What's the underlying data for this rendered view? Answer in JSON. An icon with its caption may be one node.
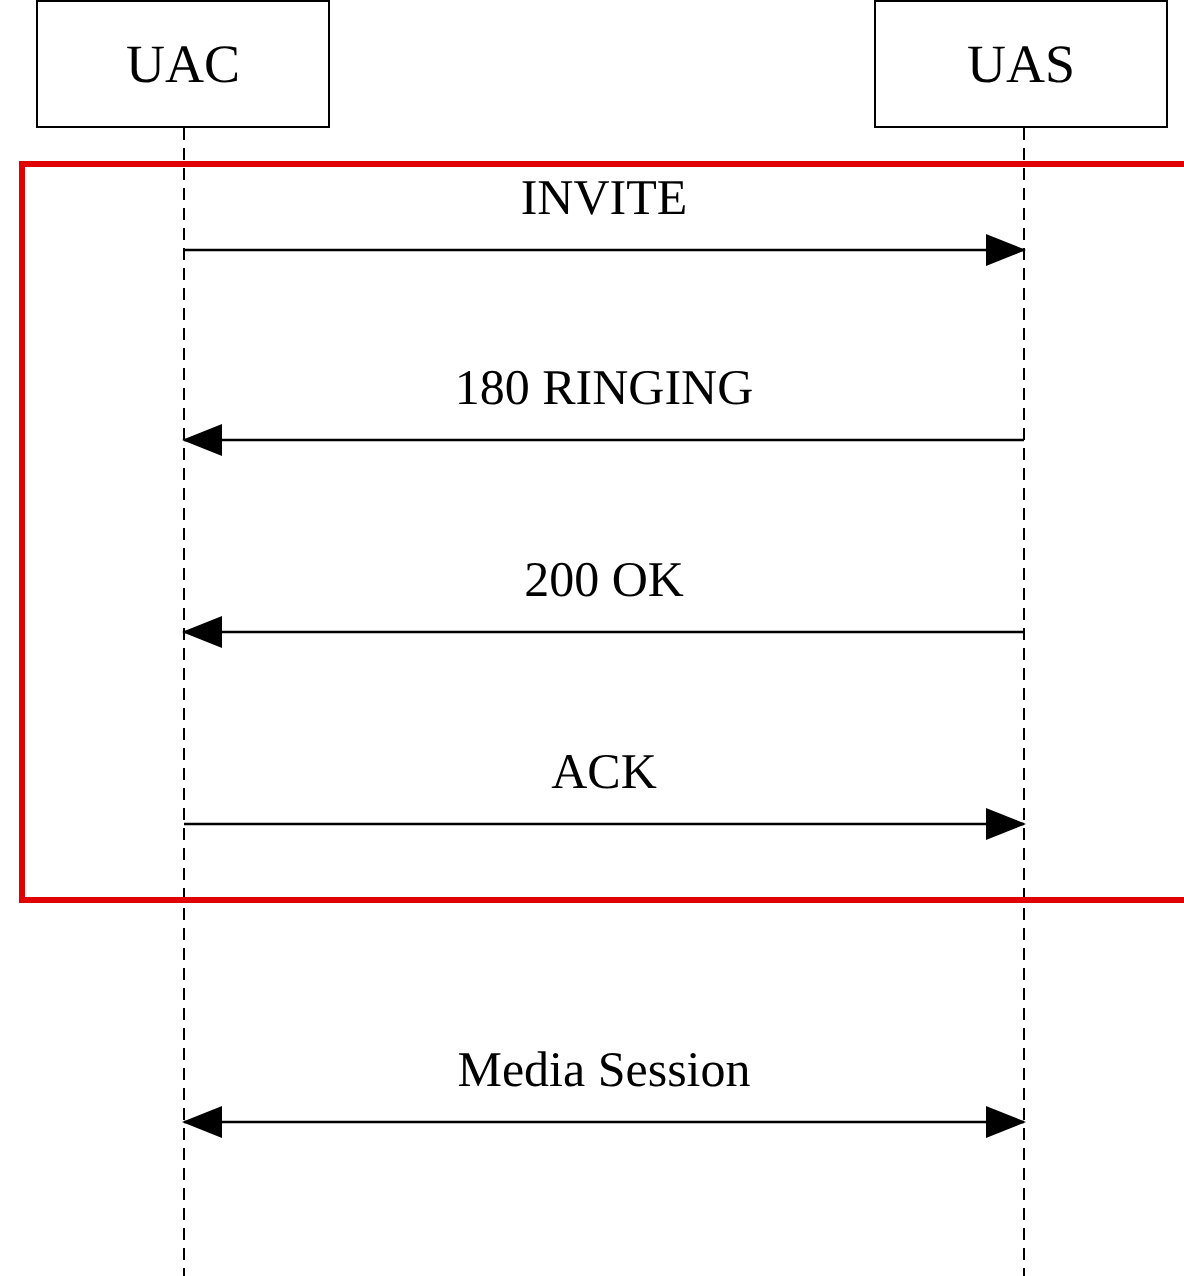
{
  "diagram": {
    "nodes": [
      {
        "text": [
          "UAC"
        ]
      },
      {
        "text": [
          "UAS"
        ]
      }
    ],
    "edges": [
      {
        "from": 0,
        "to": 1,
        "arrow": "to",
        "label": "INVITE"
      },
      {
        "from": 1,
        "to": 0,
        "arrow": "to",
        "label": "180 RINGING"
      },
      {
        "from": 1,
        "to": 0,
        "arrow": "to",
        "label": "200 OK"
      },
      {
        "from": 0,
        "to": 1,
        "arrow": "to",
        "label": "ACK"
      },
      {
        "from": 0,
        "to": 1,
        "arrow": "both",
        "label": "Media Session"
      }
    ]
  }
}
